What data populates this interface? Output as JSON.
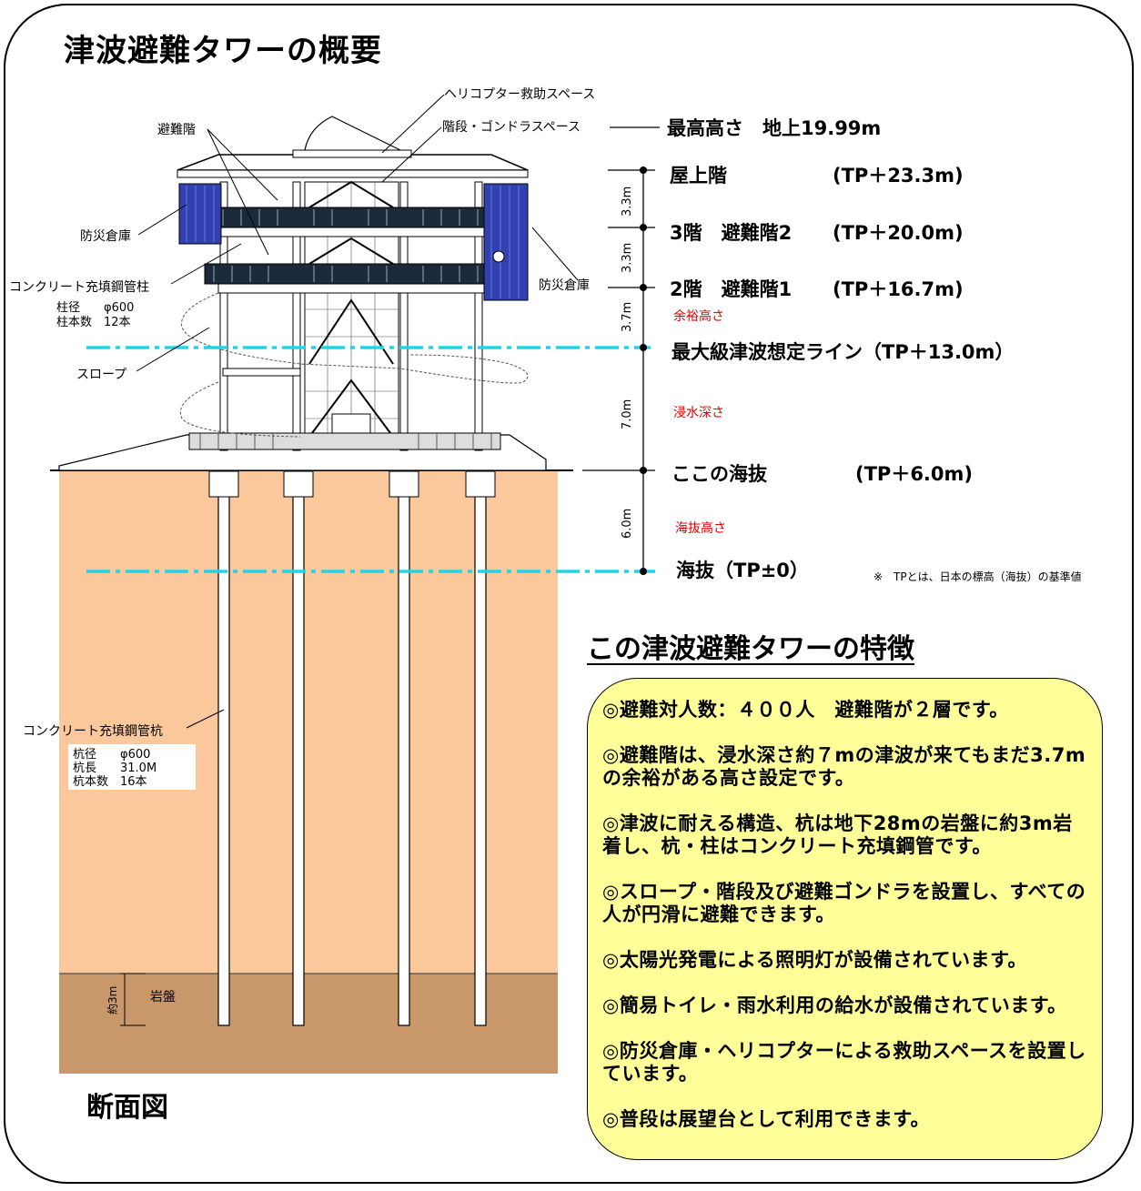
{
  "title": "津波避難タワーの概要",
  "section_label": "断面図",
  "labels": {
    "heli": "ヘリコプター救助スペース",
    "stairs": "階段・ゴンドラスペース",
    "refuge_floor": "避難階",
    "storage_left": "防災倉庫",
    "storage_right": "防災倉庫",
    "column_name": "コンクリート充填鋼管柱",
    "column_spec1": "柱径　　φ600",
    "column_spec2": "柱本数　12本",
    "slope": "スロープ",
    "pile_name": "コンクリート充填鋼管杭",
    "pile_spec1": "杭径　　φ600",
    "pile_spec2": "杭長　　31.0M",
    "pile_spec3": "杭本数　16本",
    "bedrock": "岩盤",
    "bedrock_depth": "約3m"
  },
  "levels": {
    "max_height": "最高高さ　地上19.99m",
    "roof_name": "屋上階",
    "roof_tp": "(TP＋23.3m)",
    "f3_name": "3階　避難階2",
    "f3_tp": "(TP＋20.0m)",
    "f2_name": "2階　避難階1",
    "f2_tp": "(TP＋16.7m)",
    "margin_note": "余裕高さ",
    "tsunami_line": "最大級津波想定ライン（TP＋13.0m）",
    "flood_note": "浸水深さ",
    "ground_name": "ここの海抜",
    "ground_tp": "(TP＋6.0m)",
    "elev_note": "海抜高さ",
    "sea_level": "海抜（TP±0）",
    "tp_note": "※　TPとは、日本の標高（海抜）の基準値"
  },
  "dims": [
    "3.3m",
    "3.3m",
    "3.7m",
    "7.0m",
    "6.0m"
  ],
  "features_title": "この津波避難タワーの特徴",
  "features": [
    "◎避難対人数：４００人　避難階が２層です。",
    "◎避難階は、浸水深さ約７mの津波が来てもまだ3.7mの余裕がある高さ設定です。",
    "◎津波に耐える構造、杭は地下28mの岩盤に約3m岩着し、杭・柱はコンクリート充填鋼管です。",
    "◎スロープ・階段及び避難ゴンドラを設置し、すべての人が円滑に避難できます。",
    "◎太陽光発電による照明灯が設備されています。",
    "◎簡易トイレ・雨水利用の給水が設備されています。",
    "◎防災倉庫・ヘリコプターによる救助スペースを設置しています。",
    "◎普段は展望台として利用できます。"
  ],
  "colors": {
    "soil": "#fbc89c",
    "bedrock": "#c8986a",
    "tsunami_line": "#22d3e6",
    "feature_box": "#ffff99",
    "note_red": "#e00000",
    "panel_blue": "#3340b0"
  }
}
